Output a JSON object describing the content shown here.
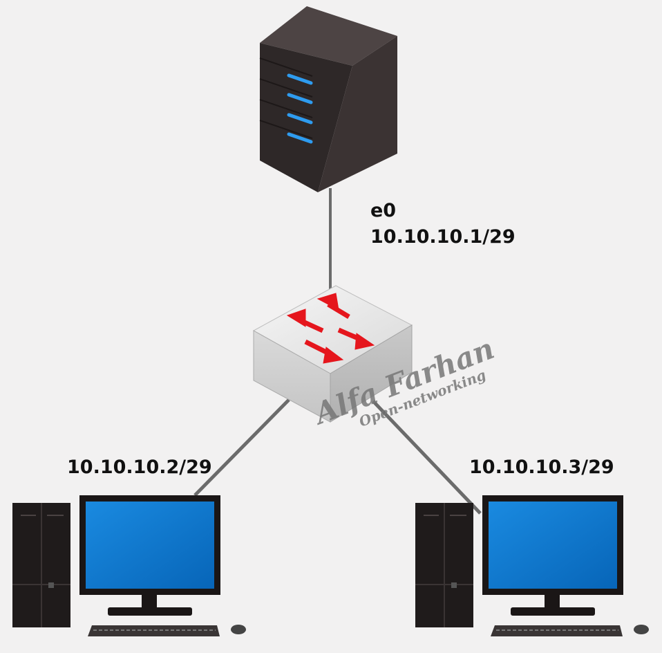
{
  "diagram": {
    "server": {
      "interface": "e0",
      "ip": "10.10.10.1/29"
    },
    "hosts": [
      {
        "ip": "10.10.10.2/29"
      },
      {
        "ip": "10.10.10.3/29"
      }
    ],
    "watermark": {
      "name": "Alfa Farhan",
      "tagline": "Open-networking"
    }
  },
  "colors": {
    "background": "#f2f1f1",
    "screen": "#0a74c9",
    "arrows": "#e5161d",
    "link": "#6b6b6b"
  }
}
